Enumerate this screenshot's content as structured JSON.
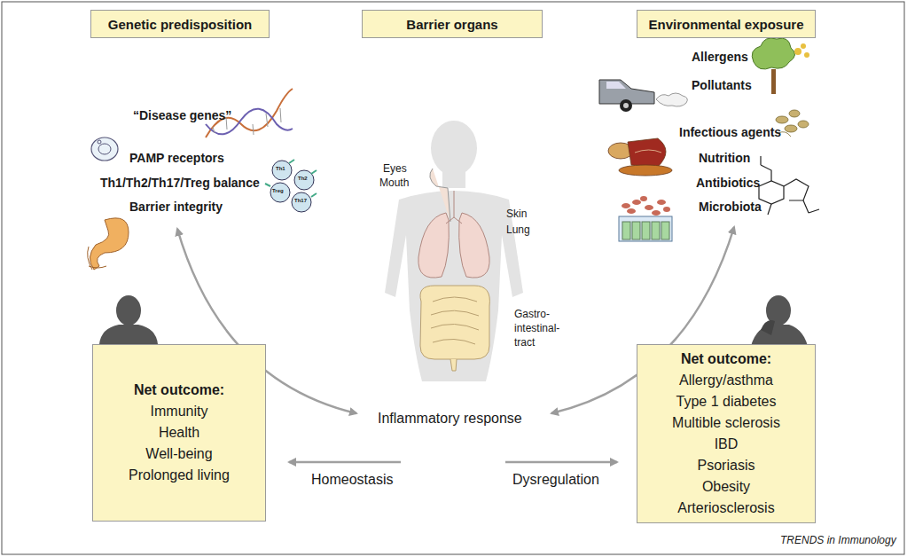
{
  "diagram": {
    "nodes": [
      {
        "text": [
          "Genetic predisposition"
        ]
      },
      {
        "text": [
          "Barrier organs"
        ]
      },
      {
        "text": [
          "Environmental exposure"
        ]
      },
      {
        "text": [
          "Net outcome:",
          "Immunity",
          "Health",
          "Well-being",
          "Prolonged living"
        ]
      },
      {
        "text": [
          "Net outcome:",
          "Allergy/asthma",
          "Type 1 diabetes",
          "Multible sclerosis",
          "IBD",
          "Psoriasis",
          "Obesity",
          "Arteriosclerosis"
        ]
      }
    ],
    "labels": [
      "“Disease genes”",
      "PAMP receptors",
      "Th1/Th2/Th17/Treg balance",
      "Barrier integrity",
      "Th1",
      "Th2",
      "Treg",
      "Th17",
      "Eyes",
      "Mouth",
      "Skin",
      "Lung",
      "Gastro- intestinal- tract",
      "Allergens",
      "Pollutants",
      "Infectious agents",
      "Nutrition",
      "Antibiotics",
      "Microbiota",
      "Inflammatory response",
      "Homeostasis",
      "Dysregulation",
      "TRENDS in Immunology"
    ]
  }
}
